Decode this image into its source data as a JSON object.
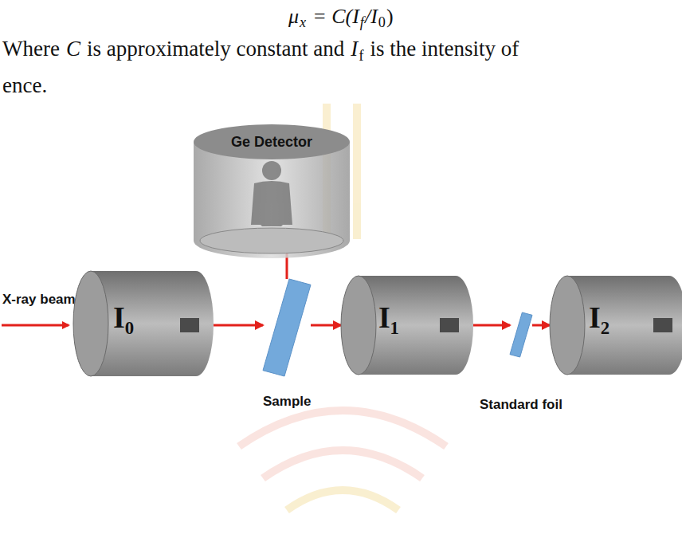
{
  "diagram": {
    "nodes": [
      {
        "text": [
          "Ge Detector"
        ]
      },
      {
        "text": [
          "I₀"
        ]
      },
      {
        "text": [
          "Sample"
        ]
      },
      {
        "text": [
          "I₁"
        ]
      },
      {
        "text": [
          "Standard foil"
        ]
      },
      {
        "text": [
          "I₂"
        ]
      }
    ],
    "edges": [
      {
        "from": 1,
        "to": 2,
        "arrow": "to"
      },
      {
        "from": 2,
        "to": 3,
        "arrow": "to"
      },
      {
        "from": 2,
        "to": 0,
        "arrow": "to"
      },
      {
        "from": 3,
        "to": 4,
        "arrow": "to"
      },
      {
        "from": 4,
        "to": 5,
        "arrow": "to"
      }
    ],
    "labels": [
      "μ",
      "x",
      "= C(I",
      "f",
      "/I",
      "0",
      ")",
      "Where",
      "C",
      "is approximately constant and",
      "I",
      "f",
      "is the intensity of",
      "ence.",
      "X-ray beam"
    ]
  }
}
